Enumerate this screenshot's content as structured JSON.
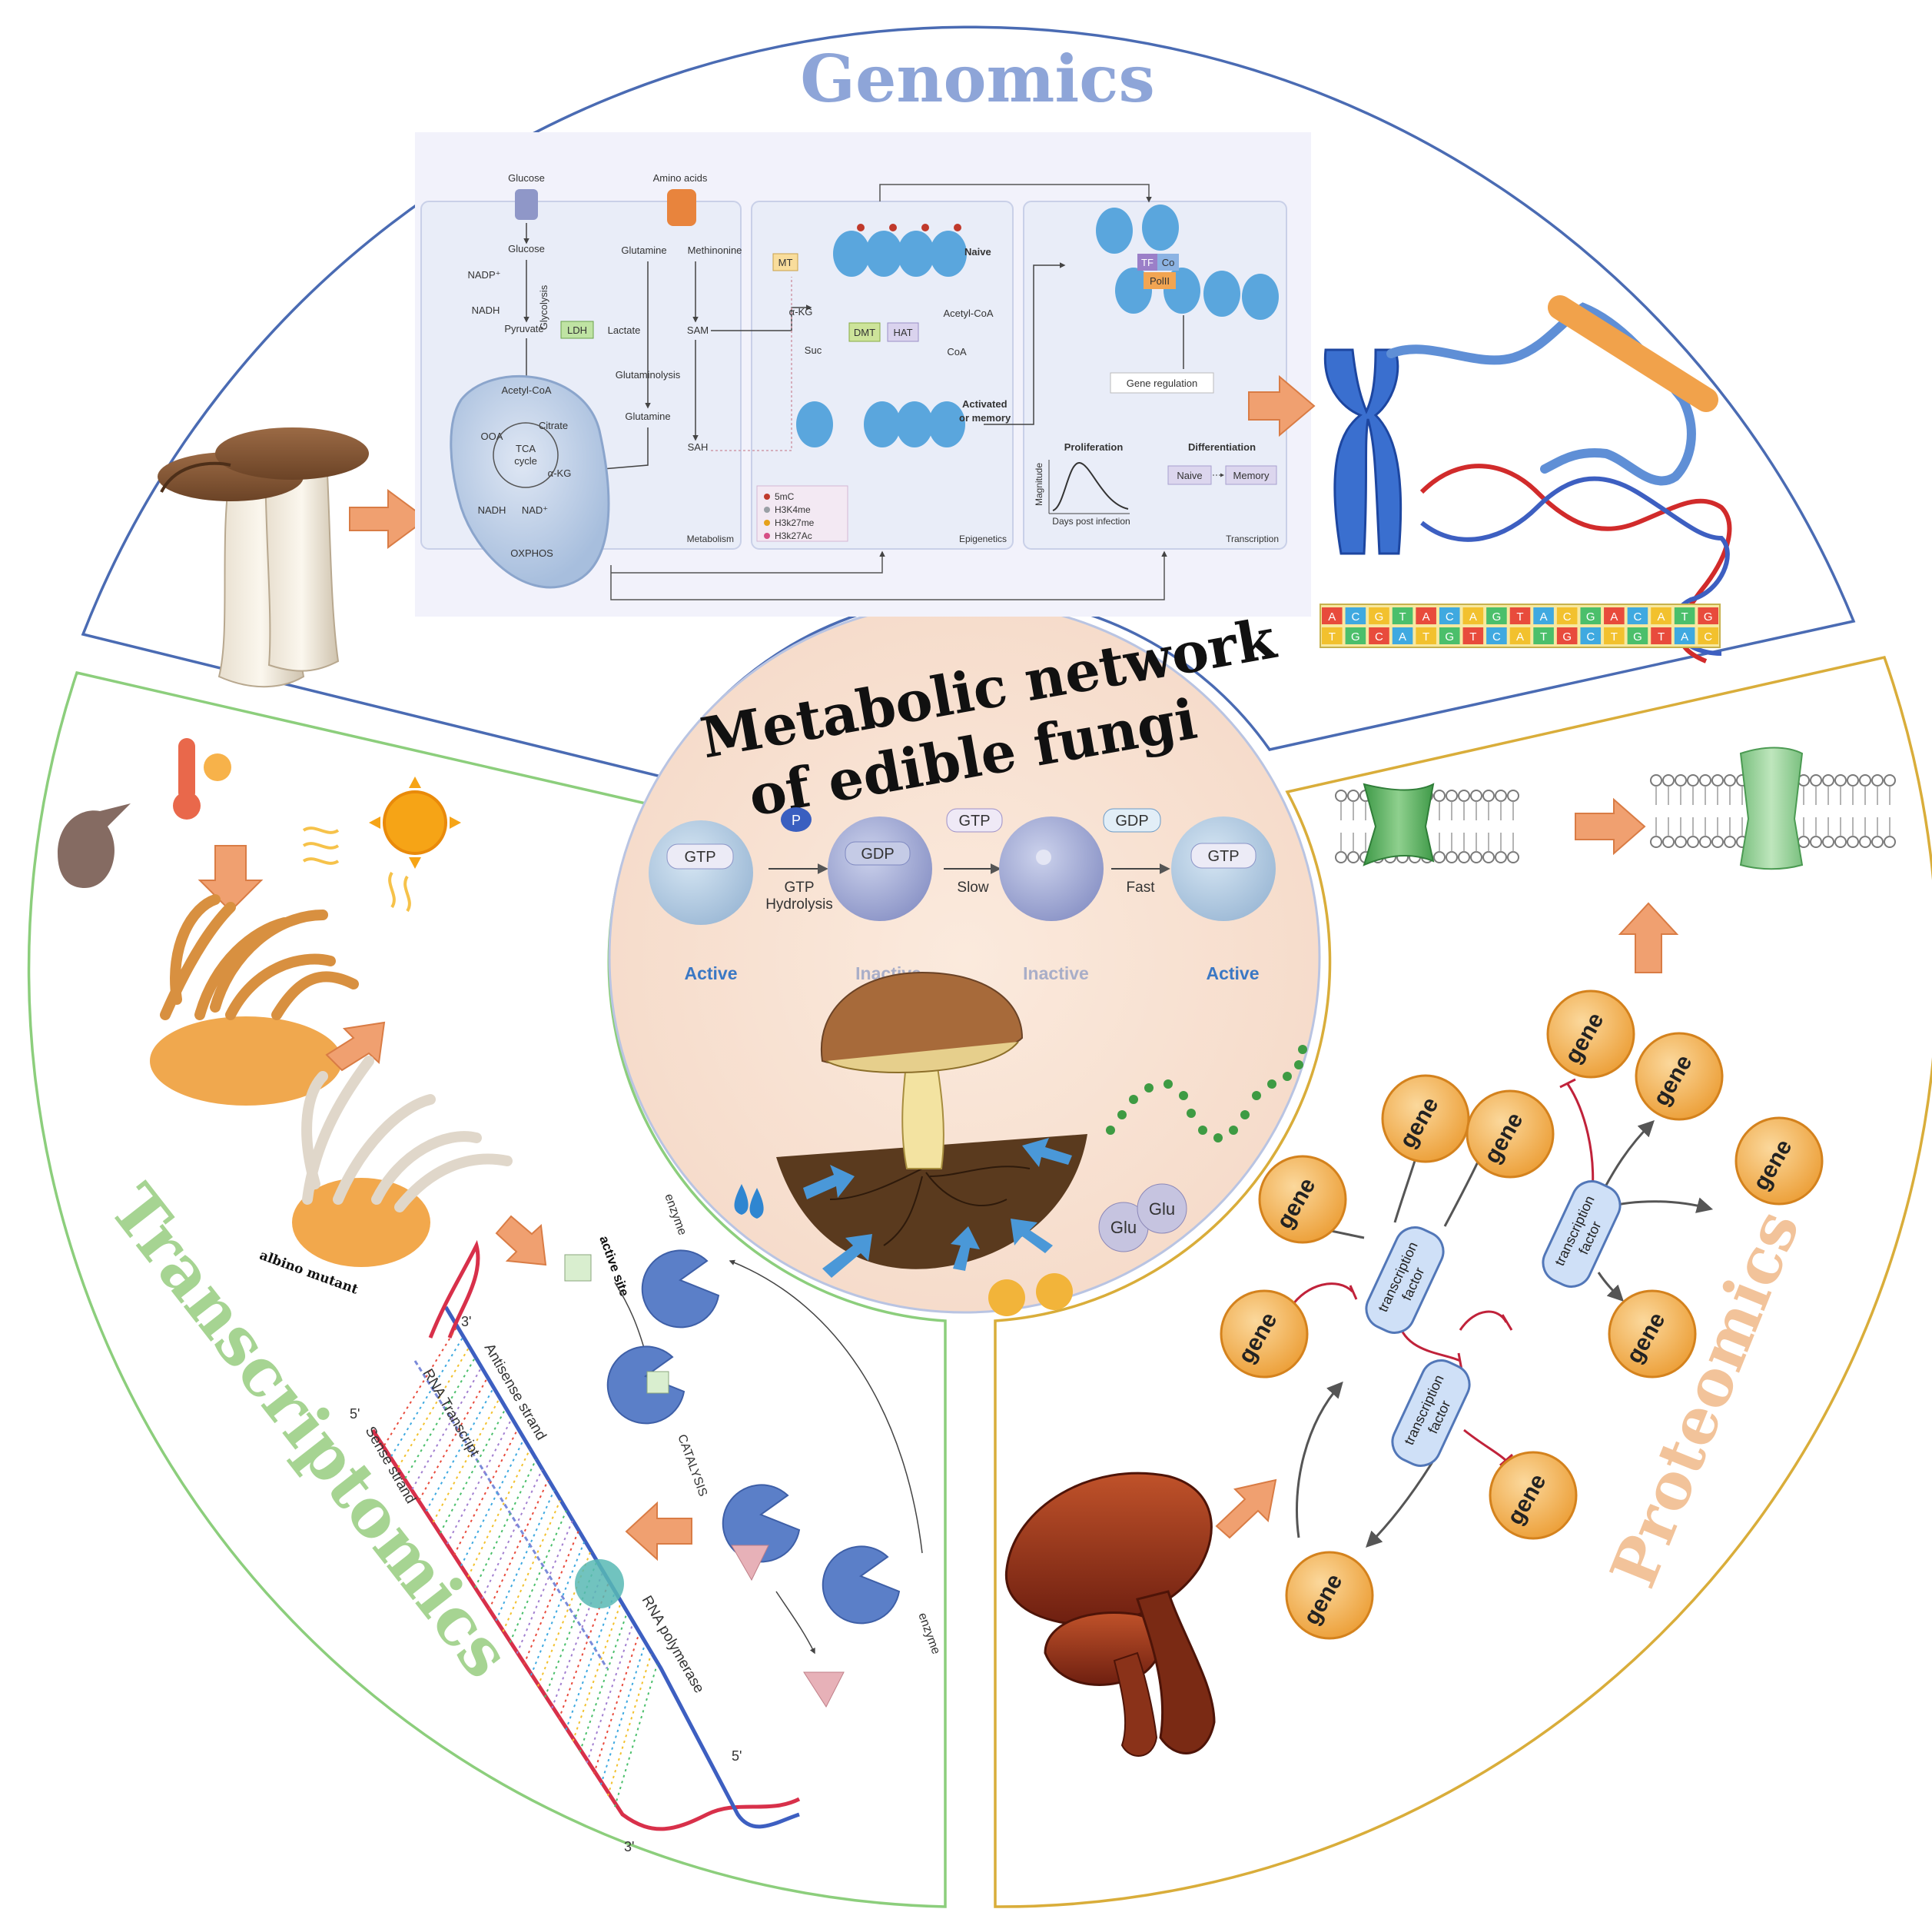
{
  "sections": {
    "genomics": "Genomics",
    "transcriptomics": "Transcriptomics",
    "proteomics": "Proteomics"
  },
  "center": {
    "title_line1": "Metabolic network",
    "title_line2": "of edible fungi"
  },
  "metabolism": {
    "glucose_top": "Glucose",
    "amino_acids": "Amino acids",
    "glucose": "Glucose",
    "glutamine": "Glutamine",
    "methionine": "Methinonine",
    "nadp": "NADP⁺",
    "nadh": "NADH",
    "glycolysis": "Glycolysis",
    "pyruvate": "Pyruvate",
    "ldh": "LDH",
    "lactate": "Lactate",
    "sam": "SAM",
    "glutaminolysis": "Glutaminolysis",
    "glutamine2": "Glutamine",
    "acetyl_coa": "Acetyl-CoA",
    "ooa": "OOA",
    "citrate": "Citrate",
    "tca": "TCA",
    "cycle": "cycle",
    "akg": "α-KG",
    "sah": "SAH",
    "nadh2": "NADH",
    "nad": "NAD⁺",
    "oxphos": "OXPHOS",
    "panel_label": "Metabolism"
  },
  "epigenetics": {
    "mt": "MT",
    "naive": "Naive",
    "akg": "α-KG",
    "suc": "Suc",
    "dmt": "DMT",
    "hat": "HAT",
    "acetyl_coa": "Acetyl-CoA",
    "coa": "CoA",
    "activated": "Activated",
    "or_memory": "or memory",
    "legend": [
      "5mC",
      "H3K4me",
      "H3k27me",
      "H3k27Ac"
    ],
    "legend_colors": [
      "#c0392b",
      "#9aa0a6",
      "#e6a11c",
      "#d64f86"
    ],
    "panel_label": "Epigenetics"
  },
  "transcription": {
    "tf": "TF",
    "co": "Co",
    "polii": "PolII",
    "gene_regulation": "Gene regulation",
    "proliferation": "Proliferation",
    "differentiation": "Differentiation",
    "magnitude": "Magnitude",
    "days": "Days post infection",
    "naive": "Naive",
    "memory": "Memory",
    "panel_label": "Transcription"
  },
  "dna_tape": {
    "top": [
      "A",
      "C",
      "G",
      "T",
      "A",
      "C",
      "A",
      "G",
      "T",
      "A",
      "C",
      "G",
      "A",
      "C",
      "A",
      "T",
      "G"
    ],
    "bottom": [
      "T",
      "G",
      "C",
      "A",
      "T",
      "G",
      "T",
      "C",
      "A",
      "T",
      "G",
      "C",
      "T",
      "G",
      "T",
      "A",
      "C"
    ]
  },
  "gtp_cycle": {
    "gtp1": "GTP",
    "p": "P",
    "gtp_hydrolysis_1": "GTP",
    "gtp_hydrolysis_2": "Hydrolysis",
    "gdp": "GDP",
    "gtp_release": "GTP",
    "slow": "Slow",
    "gdp_release": "GDP",
    "fast": "Fast",
    "gtp2": "GTP",
    "states": [
      "Active",
      "Inactive",
      "Inactive",
      "Active"
    ]
  },
  "glu": [
    "Glu",
    "Glu"
  ],
  "transcript": {
    "albino": "albino mutant",
    "active_site": "active site",
    "enzyme1": "enzyme",
    "catalysis": "CATALYSIS",
    "enzyme2": "enzyme",
    "antisense": "Antisense strand",
    "rna_transcript": "RNA Transcript",
    "sense": "Sense strand",
    "rna_pol": "RNA polymerase",
    "prime3_top": "3'",
    "prime5_left": "5'",
    "prime5_bottom": "5'",
    "prime3_bottom": "3'"
  },
  "proteomics_net": {
    "gene": "gene",
    "tf_line1": "transcription",
    "tf_line2": "factor"
  },
  "colors": {
    "genomics_title": "#8ea5d8",
    "genomics_border": "#4a6bb3",
    "transcriptomics_title": "#a6d492",
    "transcriptomics_border": "#8cce7c",
    "proteomics_title": "#f2c39a",
    "proteomics_border": "#d9ad3a",
    "center_fill": "#f8e2d3",
    "arrow": "#f0a070"
  }
}
